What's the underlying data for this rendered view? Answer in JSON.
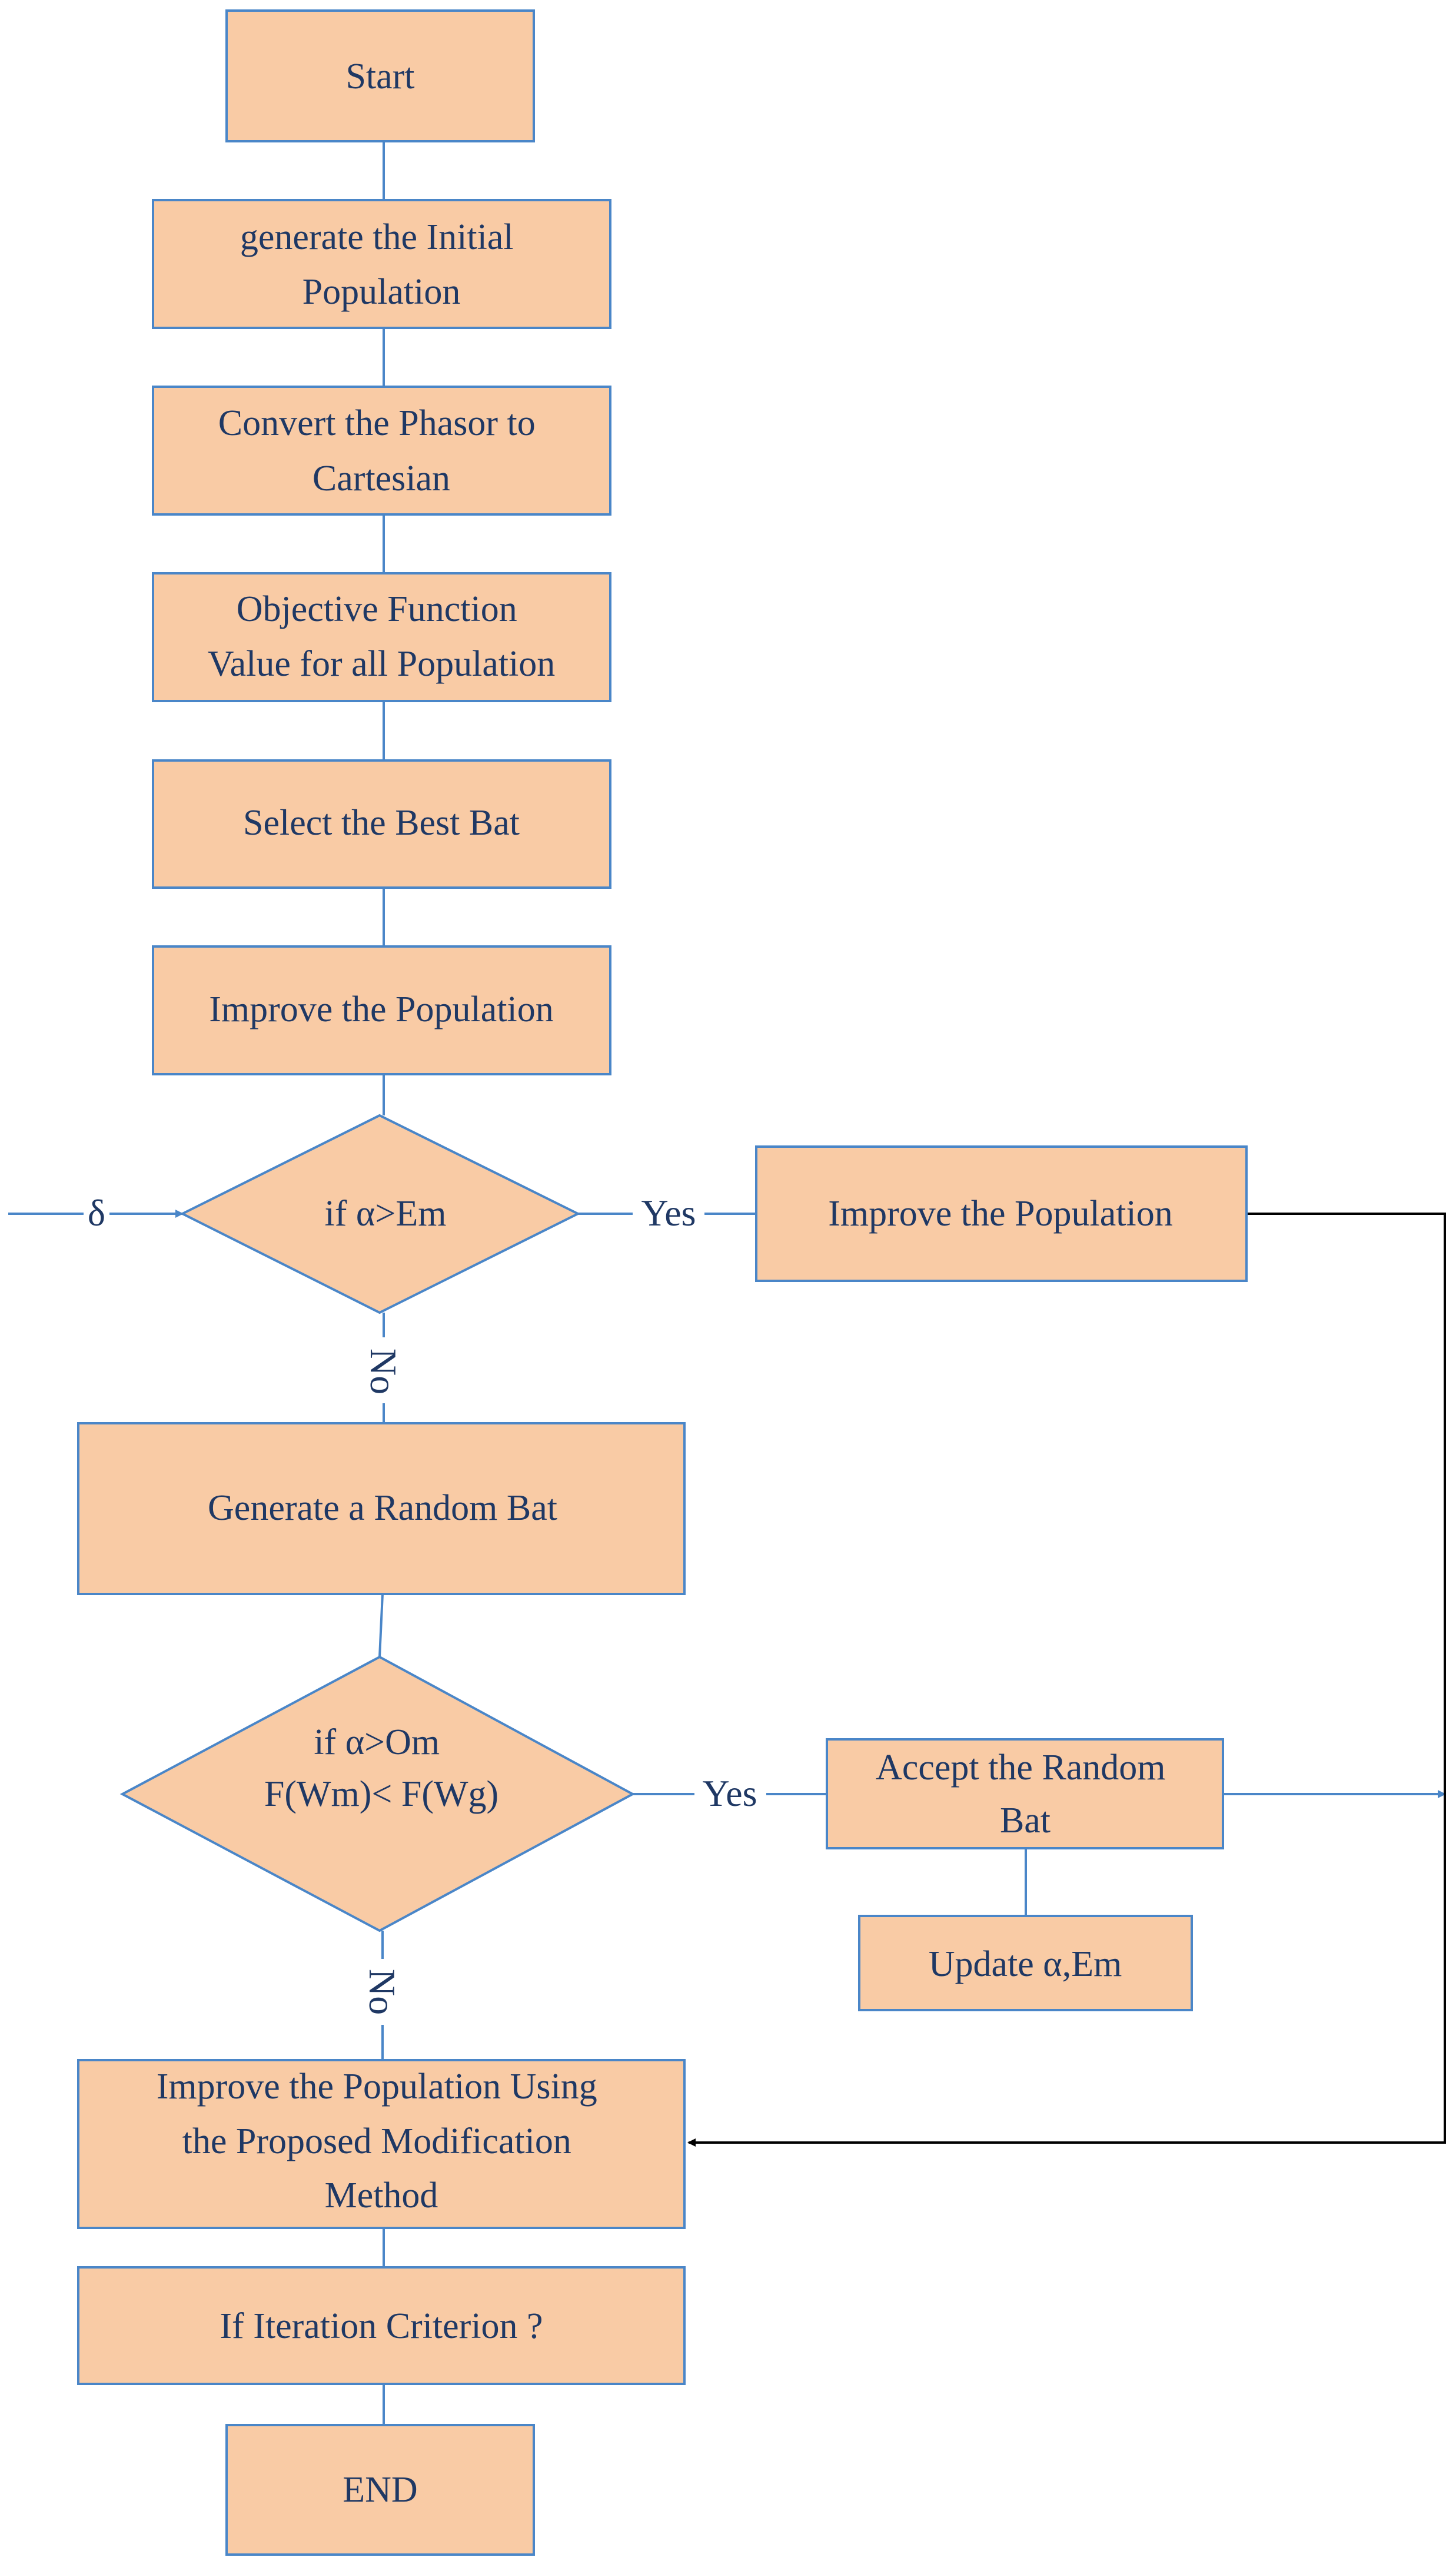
{
  "flowchart": {
    "nodes": {
      "start": {
        "lines": [
          "Start"
        ]
      },
      "init_population": {
        "lines": [
          "generate the Initial",
          "Population"
        ]
      },
      "convert_phasor": {
        "lines": [
          "Convert the Phasor to",
          "Cartesian"
        ]
      },
      "objective_value": {
        "lines": [
          "Objective Function",
          "Value for all Population"
        ]
      },
      "select_best_bat": {
        "lines": [
          "Select the Best Bat"
        ]
      },
      "improve_population_1": {
        "lines": [
          "Improve the Population"
        ]
      },
      "decision_alpha_em": {
        "lines": [
          "if  α>Em"
        ]
      },
      "improve_population_2": {
        "lines": [
          "Improve the Population"
        ]
      },
      "random_bat": {
        "lines": [
          "Generate a Random Bat"
        ]
      },
      "decision_alpha_om": {
        "lines": [
          "if  α>Om",
          "F(Wm)< F(Wg)"
        ]
      },
      "accept_random_bat": {
        "lines": [
          "Accept the Random",
          "Bat"
        ]
      },
      "update_alpha_em": {
        "lines": [
          "Update α,Em"
        ]
      },
      "improve_modification": {
        "lines": [
          "Improve the Population Using",
          "the Proposed Modification",
          "Method"
        ]
      },
      "iteration_criterion": {
        "lines": [
          "If Iteration Criterion ?"
        ]
      },
      "end": {
        "lines": [
          "END"
        ]
      }
    },
    "edge_labels": {
      "delta": "δ",
      "yes_1": "Yes",
      "no_1": "No",
      "yes_2": "Yes",
      "no_2": "No"
    },
    "colors": {
      "box_fill": "#f9cba5",
      "box_stroke": "#4a86c8",
      "connector": "#4a86c8",
      "return_line": "#000000",
      "text": "#1f3864"
    }
  }
}
